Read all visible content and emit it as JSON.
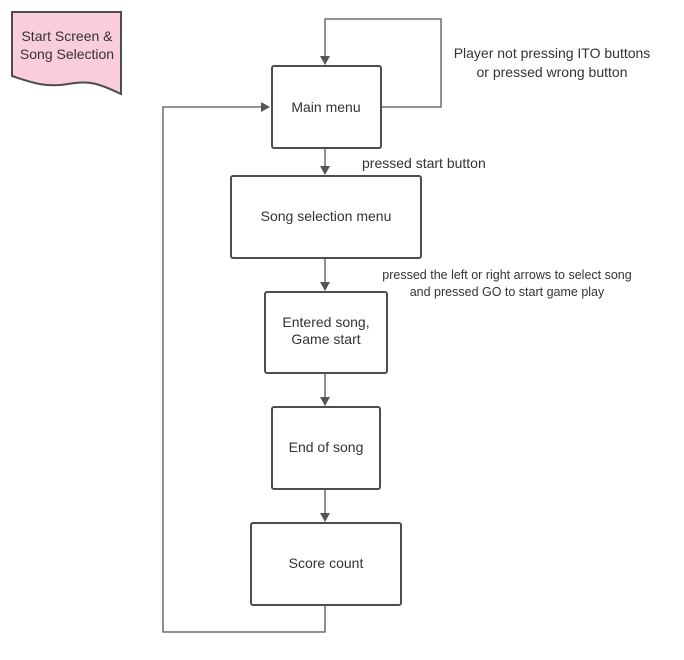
{
  "legend": {
    "line1": "Start Screen &",
    "line2": "Song Selection",
    "fill_color": "#f9cdda"
  },
  "nodes": {
    "main_menu": "Main menu",
    "song_selection": "Song selection menu",
    "entered_song_line1": "Entered song,",
    "entered_song_line2": "Game start",
    "end_of_song": "End of song",
    "score_count": "Score count"
  },
  "edges": {
    "loop_line1": "Player not pressing ITO buttons",
    "loop_line2": "or pressed wrong button",
    "start_pressed": "pressed start button",
    "select_line1": "pressed the left or right arrows to select song",
    "select_line2": "and pressed GO to start game play"
  },
  "colors": {
    "stroke": "#4d4d4d",
    "text": "#333333"
  }
}
